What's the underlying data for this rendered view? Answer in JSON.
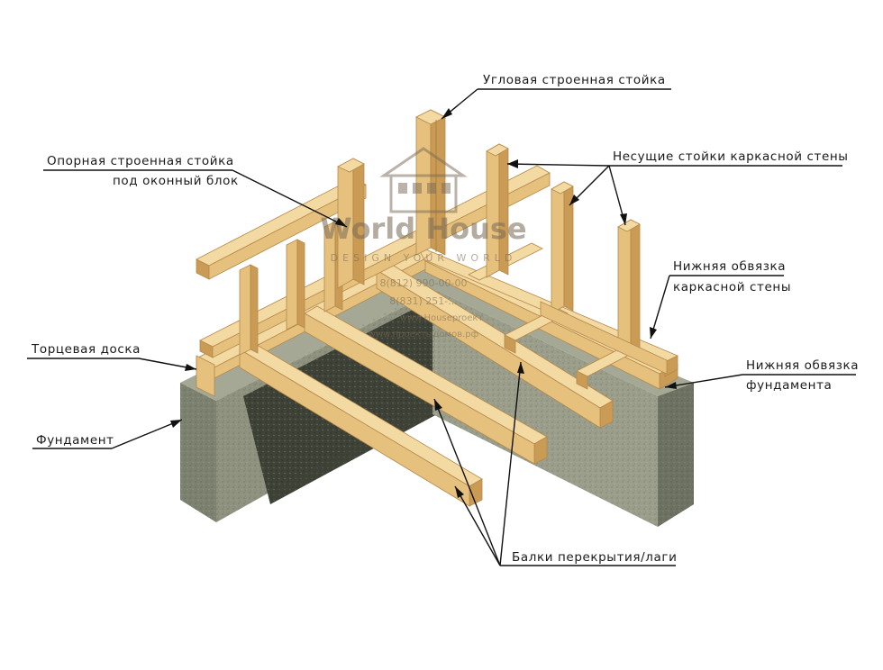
{
  "labels": {
    "corner_post": "Угловая строенная стойка",
    "support_post_1": "Опорная строенная стойка",
    "support_post_2": "под оконный блок",
    "bearing_posts": "Несущие стойки каркасной стены",
    "wall_plate_1": "Нижняя обвязка",
    "wall_plate_2": "каркасной стены",
    "end_board": "Торцевая доска",
    "foundation_plate_1": "Нижняя обвязка",
    "foundation_plate_2": "фундамента",
    "foundation": "Фундамент",
    "joists": "Балки перекрытия/лаги"
  },
  "watermark": {
    "brand": "World House",
    "tagline": "DESIGN YOUR WORLD",
    "phone_1": "8(812) 990-00-00",
    "phone_2": "8(831) 251-...",
    "site_1": "www.Houseproект",
    "site_2": "www.проектыдомов.рф"
  },
  "colors": {
    "wood_light": "#f3d9a2",
    "wood_mid": "#e6c17e",
    "wood_dark": "#c99b55",
    "concrete_light": "#a4a894",
    "concrete_dark": "#565b4c",
    "concrete_shadow": "#3f4337"
  }
}
